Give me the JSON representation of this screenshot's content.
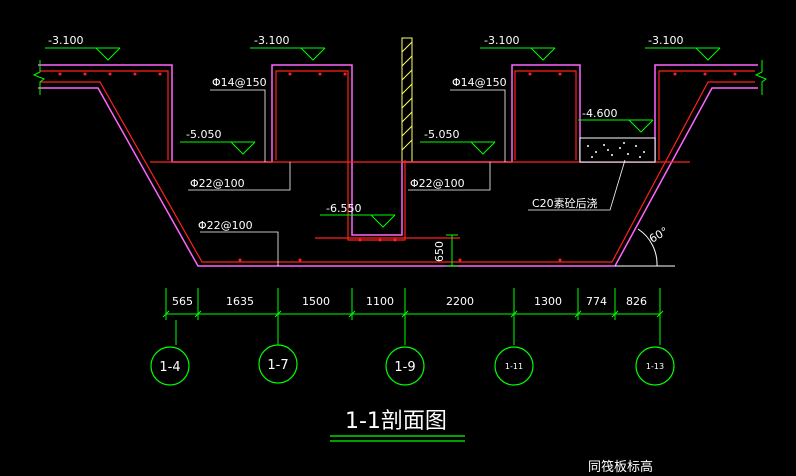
{
  "title": "1-1剖面图",
  "note_bottom": "同筏板标高",
  "elevations": [
    "-3.100",
    "-3.100",
    "-3.100",
    "-3.100",
    "-5.050",
    "-5.050",
    "-6.550",
    "-4.600"
  ],
  "rebar_labels": [
    "Φ14@150",
    "Φ14@150",
    "Φ22@100",
    "Φ22@100",
    "Φ22@100"
  ],
  "fill_label": "C20素砼后浇",
  "depth_dim": "650",
  "angle_label": "60°",
  "dimensions": [
    "565",
    "1635",
    "1500",
    "1100",
    "2200",
    "1300",
    "774",
    "826"
  ],
  "axes": [
    "1-4",
    "1-7",
    "1-9",
    "1-11",
    "1-13"
  ],
  "colors": {
    "background": "#000000",
    "slab_outline": "#ff66ff",
    "rebar": "#ff2020",
    "dimension": "#00ff00",
    "axis": "#00ff00",
    "text": "#ffffff",
    "wall": "#ffff66"
  }
}
